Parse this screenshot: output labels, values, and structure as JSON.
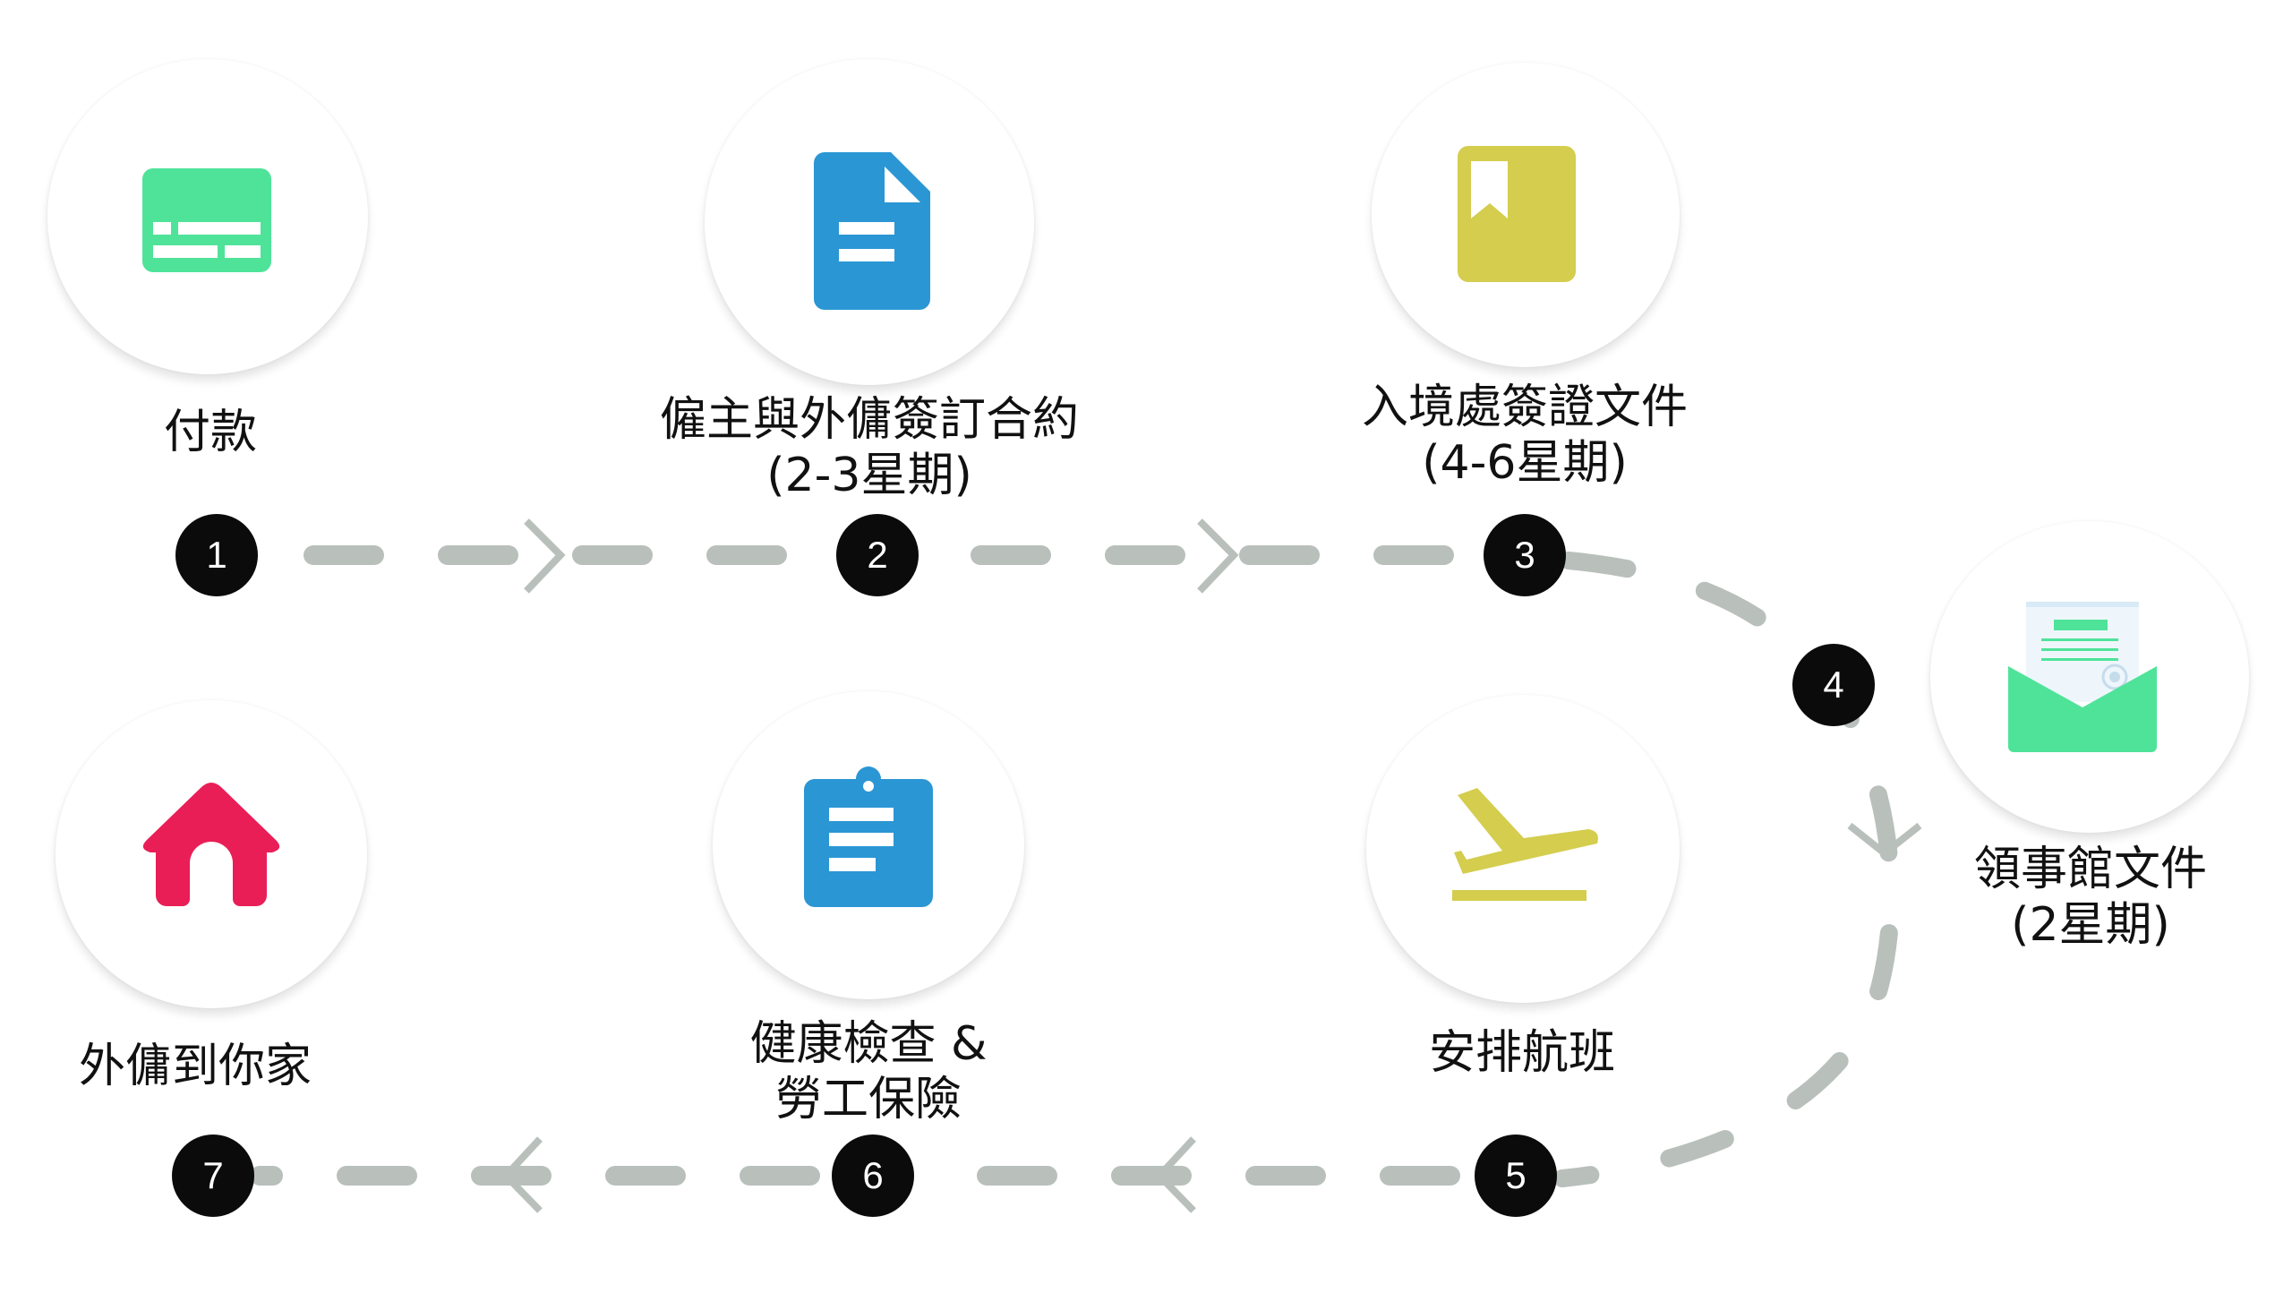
{
  "colors": {
    "green": "#4fe39a",
    "blue": "#2b96d4",
    "yellow": "#d4cd4e",
    "red": "#e91e57",
    "path": "#b9c0bc",
    "number_bg": "#0b0b0b"
  },
  "steps": [
    {
      "number": "1",
      "icon": "payment-card-icon",
      "title": "付款",
      "duration": ""
    },
    {
      "number": "2",
      "icon": "document-icon",
      "title": "僱主與外傭簽訂合約",
      "duration": "(2-3星期)"
    },
    {
      "number": "3",
      "icon": "bookmark-book-icon",
      "title": "入境處簽證文件",
      "duration": "(4-6星期)"
    },
    {
      "number": "4",
      "icon": "envelope-letter-icon",
      "title": "領事館文件",
      "duration": "(2星期)"
    },
    {
      "number": "5",
      "icon": "airplane-takeoff-icon",
      "title": "安排航班",
      "duration": ""
    },
    {
      "number": "6",
      "icon": "clipboard-icon",
      "title": "健康檢查 &",
      "duration": "勞工保險"
    },
    {
      "number": "7",
      "icon": "home-icon",
      "title": "外傭到你家",
      "duration": ""
    }
  ]
}
